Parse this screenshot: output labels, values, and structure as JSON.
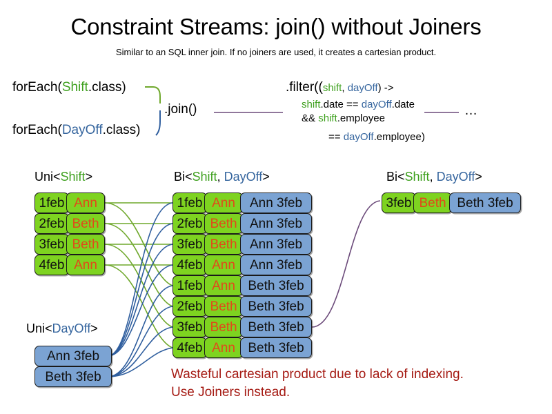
{
  "title": "Constraint Streams: join() without Joiners",
  "subtitle": "Similar to an SQL inner join. If no joiners are used, it creates a cartesian product.",
  "code": {
    "foreach_shift": {
      "prefix": "forEach(",
      "type": "Shift",
      "suffix": ".class)"
    },
    "foreach_dayoff": {
      "prefix": "forEach(",
      "type": "DayOff",
      "suffix": ".class)"
    },
    "join_call": ".join()",
    "ellipsis": "…",
    "filter": {
      "line1_prefix": ".filter((",
      "line1_param1": "shift",
      "line1_comma": ", ",
      "line1_param2": "dayOff",
      "line1_suffix": ") ->",
      "line2_a": "shift",
      "line2_b": ".date == ",
      "line2_c": "dayOff",
      "line2_d": ".date",
      "line3_a": "&& ",
      "line3_b": "shift",
      "line3_c": ".employee",
      "line4_a": "== ",
      "line4_b": "dayOff",
      "line4_c": ".employee)"
    }
  },
  "captions": {
    "uni_shift": {
      "prefix": "Uni<",
      "type": "Shift",
      "suffix": ">"
    },
    "bi_middle": {
      "prefix": "Bi<",
      "type1": "Shift",
      "sep": ", ",
      "type2": "DayOff",
      "suffix": ">"
    },
    "bi_right": {
      "prefix": "Bi<",
      "type1": "Shift",
      "sep": ", ",
      "type2": "DayOff",
      "suffix": ">"
    },
    "uni_dayoff": {
      "prefix": "Uni<",
      "type": "DayOff",
      "suffix": ">"
    }
  },
  "shifts": [
    {
      "date": "1feb",
      "employee": "Ann"
    },
    {
      "date": "2feb",
      "employee": "Beth"
    },
    {
      "date": "3feb",
      "employee": "Beth"
    },
    {
      "date": "4feb",
      "employee": "Ann"
    }
  ],
  "dayoffs": [
    {
      "label": "Ann 3feb"
    },
    {
      "label": "Beth 3feb"
    }
  ],
  "cartesian": [
    {
      "date": "1feb",
      "employee": "Ann",
      "dayoff": "Ann 3feb"
    },
    {
      "date": "2feb",
      "employee": "Beth",
      "dayoff": "Ann 3feb"
    },
    {
      "date": "3feb",
      "employee": "Beth",
      "dayoff": "Ann 3feb"
    },
    {
      "date": "4feb",
      "employee": "Ann",
      "dayoff": "Ann 3feb"
    },
    {
      "date": "1feb",
      "employee": "Ann",
      "dayoff": "Beth 3feb"
    },
    {
      "date": "2feb",
      "employee": "Beth",
      "dayoff": "Beth 3feb"
    },
    {
      "date": "3feb",
      "employee": "Beth",
      "dayoff": "Beth 3feb"
    },
    {
      "date": "4feb",
      "employee": "Ann",
      "dayoff": "Beth 3feb"
    }
  ],
  "result": [
    {
      "date": "3feb",
      "employee": "Beth",
      "dayoff": "Beth 3feb"
    }
  ],
  "warning": {
    "line1": "Wasteful cartesian product due to lack of indexing.",
    "line2": "Use Joiners instead."
  },
  "colors": {
    "shift_green_fill": "#7ED320",
    "dayoff_blue_fill": "#7BA3D3",
    "shift_text_green": "#3EA01E",
    "dayoff_text_blue": "#35659E",
    "employee_orange": "#E2481A",
    "warning_red": "#A51A13",
    "link_green": "#6FA82C",
    "link_blue": "#2F5E9E",
    "link_purple": "#6B4A7A"
  }
}
